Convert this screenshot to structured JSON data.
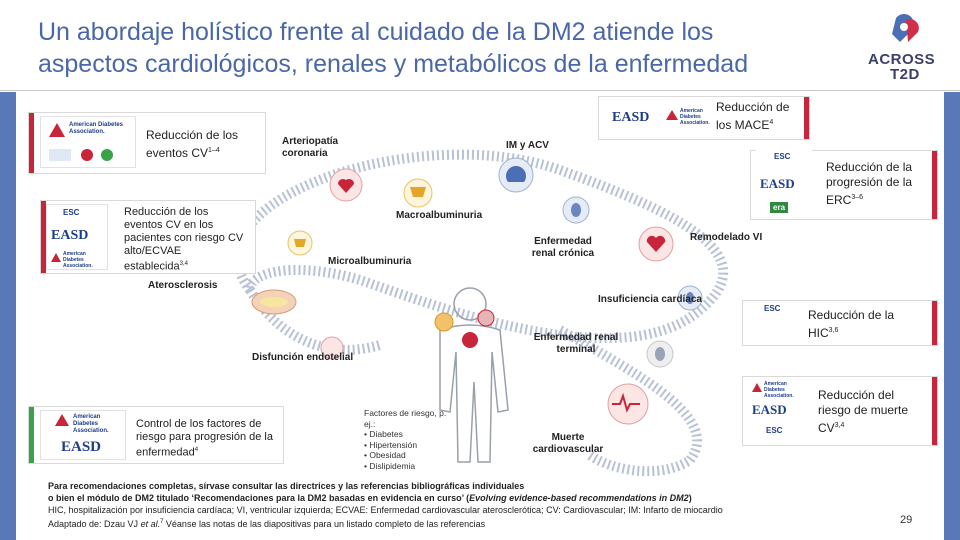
{
  "title": {
    "line1": "Un abordaje holístico frente al cuidado de la DM2 atiende los",
    "line2": "aspectos cardiológicos, renales y metabólicos de la enfermedad"
  },
  "logo": {
    "line1": "ACROSS",
    "line2": "T2D"
  },
  "callouts": {
    "cv_events": {
      "text": "Reducción de los eventos CV",
      "sup": "1–4"
    },
    "established_cvd": {
      "text": "Reducción de los eventos CV en los pacientes con riesgo CV alto/ECVAE establecida",
      "sup": "3,4"
    },
    "risk_factors": {
      "text": "Control de los factores de riesgo para progresión de la enfermedad",
      "sup": "4"
    },
    "mace": {
      "text": "Reducción de los MACE",
      "sup": "4"
    },
    "erc": {
      "text": "Reducción de la progresión de la ERC",
      "sup": "3–6"
    },
    "hic": {
      "text": "Reducción de la HIC",
      "sup": "3,6"
    },
    "cv_death": {
      "text": "Reducción del riesgo de muerte CV",
      "sup": "3,4"
    }
  },
  "org_logos": {
    "easd": "EASD",
    "ada": "American Diabetes Association.",
    "esc": "ESC",
    "era": "era"
  },
  "diagram_labels": {
    "coronary": "Arteriopatía coronaria",
    "im_acv": "IM y ACV",
    "macroalb": "Macroalbuminuria",
    "microalb": "Microalbuminuria",
    "ckd": "Enfermedad renal crónica",
    "lv_remodel": "Remodelado VI",
    "athero": "Aterosclerosis",
    "hf": "Insuficiencia cardíaca",
    "esrd": "Enfermedad renal terminal",
    "endo": "Disfunción endotelial",
    "cv_death": "Muerte cardiovascular"
  },
  "risk_factors": {
    "heading": "Factores de riesgo, p. ej.:",
    "items": [
      "Diabetes",
      "Hipertensión",
      "Obesidad",
      "Dislipidemia"
    ]
  },
  "footer": {
    "line1": "Para recomendaciones completas, sírvase consultar las directrices y las referencias bibliográficas individuales",
    "line2_pre": "o bien el módulo de DM2 titulado ‘Recomendaciones para la DM2 basadas en evidencia en curso’ (",
    "line2_italic": "Evolving evidence-based recommendations in DM2",
    "line2_post": ")",
    "line3": "HIC, hospitalización por insuficiencia cardíaca; VI, ventricular izquierda; ECVAE: Enfermedad cardiovascular aterosclerótica; CV: Cardiovascular; IM: Infarto de miocardio",
    "line4_pre": "Adaptado de: Dzau VJ ",
    "line4_italic": "et al.",
    "line4_sup": "7",
    "line4_post": " Véanse las notas de las diapositivas para un listado completo de las referencias"
  },
  "page_number": "29",
  "colors": {
    "title": "#4a67a8",
    "accent_red": "#c8243a",
    "accent_green": "#3aa24a",
    "side_bar": "#5878b8"
  }
}
